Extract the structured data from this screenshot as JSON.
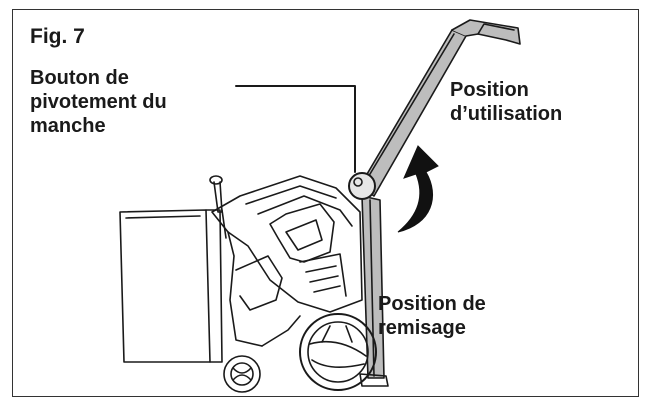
{
  "figure": {
    "title": "Fig. 7",
    "labels": {
      "pivot_button": [
        "Bouton de",
        "pivotement du",
        "manche"
      ],
      "use_position": [
        "Position",
        "d’utilisation"
      ],
      "storage_position": [
        "Position de",
        "remisage"
      ]
    },
    "colors": {
      "ink": "#1a1a1a",
      "handle_fill": "#bdbdbd",
      "arrow_fill": "#111111"
    },
    "icons": [
      "curved-arrow-icon",
      "pivot-knob-icon",
      "wheel-icon"
    ]
  }
}
